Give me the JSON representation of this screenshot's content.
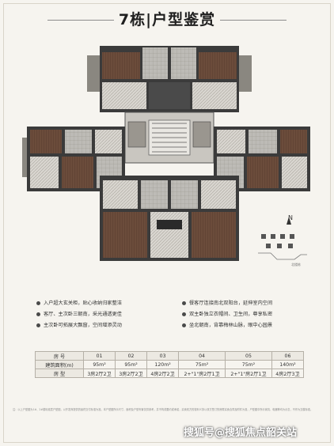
{
  "title": "7栋|户型鉴赏",
  "compass": {
    "north": "N",
    "legend": "北楼栋"
  },
  "features": [
    "入户超大玄关柜，贴心收纳归家整洁",
    "客厅、主次卧三朝南，采光通透更佳",
    "主次卧可拓展大飘窗，空间增添灵动",
    "餐客厅连接南北双阳台，延伸室内空间",
    "双主卧独立衣帽间、卫生间，尊享私密",
    "坐北朝南，背靠梅林山脉，眼中心园景"
  ],
  "table": {
    "headers": [
      "房 号",
      "01",
      "02",
      "03",
      "04",
      "05",
      "06"
    ],
    "rows": [
      [
        "建筑面积(m)",
        "95m²",
        "95m²",
        "120m²",
        "75m²",
        "75m²",
        "140m²"
      ],
      [
        "房 型",
        "3房2厅2卫",
        "3房2厅2卫",
        "4房2厅2卫",
        "2+\"1\"房2厅1卫",
        "2+\"1\"房2厅1卫",
        "4房2厅3卫"
      ]
    ]
  },
  "fine_print": "注：以上户型图为1#、2#楼标准层户型图，以开发商提供的最终交付标准为准。本户型图所示尺寸、面积及户型布置仅供参考，并不构成要约或承诺，买卖双方的权利义务以双方签订的房屋买卖合同及附件为准，户型图中所示家具、电器等均为示意，不作为交楼标准。",
  "watermark": "搜狐号@搜狐焦点韶关站"
}
